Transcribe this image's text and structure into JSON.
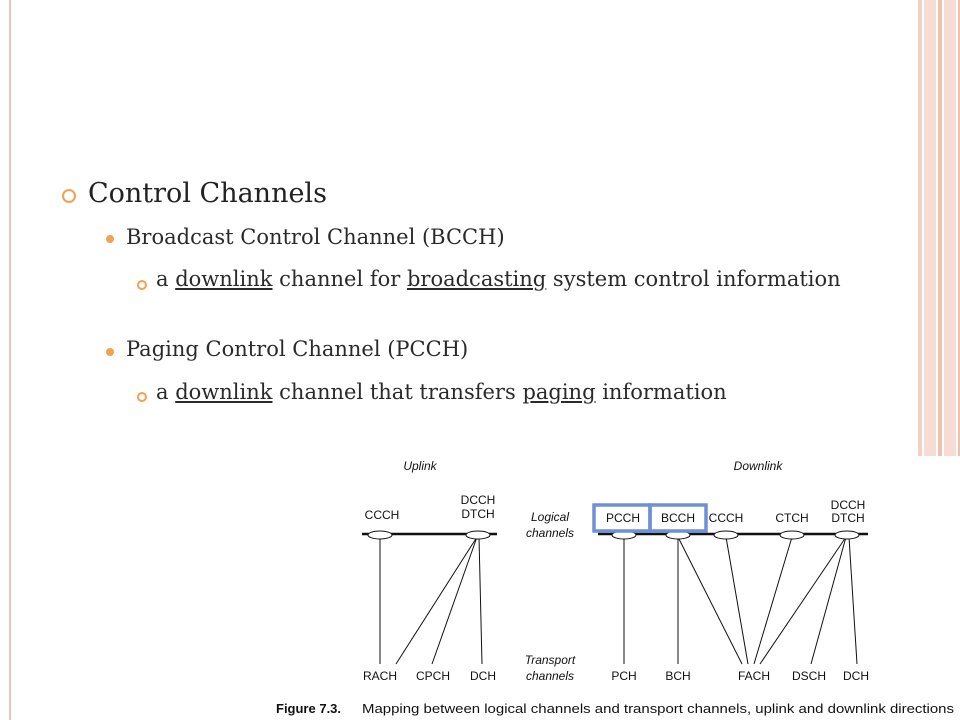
{
  "slide": {
    "heading": "Control Channels",
    "items": [
      {
        "label": "Broadcast Control Channel (BCCH)",
        "detail": {
          "p1": "a ",
          "u1": "downlink",
          "p2": " channel for ",
          "u2": "broadcasting",
          "p3": " system control information"
        }
      },
      {
        "label": "Paging Control Channel (PCCH)",
        "detail": {
          "p1": "a ",
          "u1": "downlink",
          "p2": " channel that transfers ",
          "u2": "paging",
          "p3": " information"
        }
      }
    ]
  },
  "figure": {
    "uplink_title": "Uplink",
    "downlink_title": "Downlink",
    "logical_label": [
      "Logical",
      "channels"
    ],
    "transport_label": [
      "Transport",
      "channels"
    ],
    "uplink_logical": [
      "CCCH",
      "DCCH",
      "DTCH"
    ],
    "uplink_transport": [
      "RACH",
      "CPCH",
      "DCH"
    ],
    "downlink_logical": [
      "PCCH",
      "BCCH",
      "CCCH",
      "CTCH",
      "DCCH",
      "DTCH"
    ],
    "downlink_transport": [
      "PCH",
      "BCH",
      "FACH",
      "DSCH",
      "DCH"
    ],
    "highlight_color": "#6f8fd8",
    "caption_label": "Figure 7.3.",
    "caption_text": "Mapping between logical channels and transport channels, uplink and downlink directions"
  }
}
